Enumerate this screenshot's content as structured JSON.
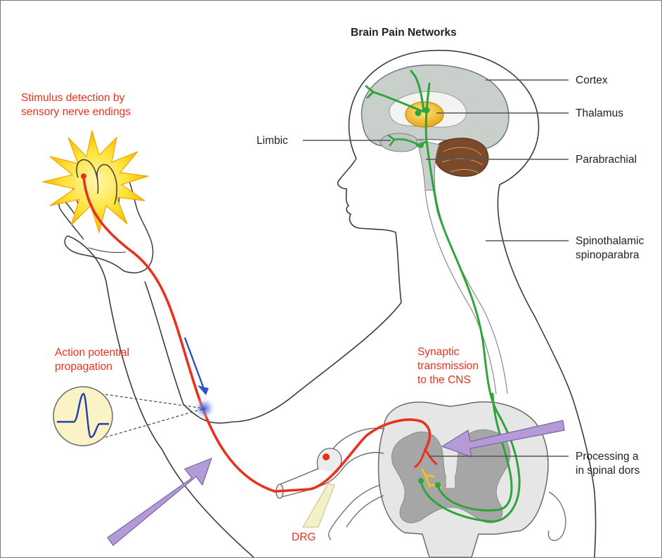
{
  "title": "Brain Pain Networks",
  "labels": {
    "stimulus_line1": "Stimulus detection by",
    "stimulus_line2": "sensory nerve endings",
    "action_line1": "Action potential",
    "action_line2": "propagation",
    "synaptic_line1": "Synaptic",
    "synaptic_line2": "transmission",
    "synaptic_line3": "to the CNS",
    "drg": "DRG",
    "cortex": "Cortex",
    "thalamus": "Thalamus",
    "limbic": "Limbic",
    "parabrachial": "Parabrachial",
    "spino_line1": "Spinothalamic",
    "spino_line2": "spinoparabra",
    "processing_line1": "Processing a",
    "processing_line2": "in spinal dors"
  },
  "colors": {
    "nociceptor_red": "#e8321e",
    "tract_green": "#2ea43a",
    "interneuron_yellow": "#f0c020",
    "arrow_purple": "#b49ad6",
    "propagation_blue": "#2a55c8",
    "brain_gray": "#c9d0cc",
    "grey_matter": "#a6a6a6"
  }
}
